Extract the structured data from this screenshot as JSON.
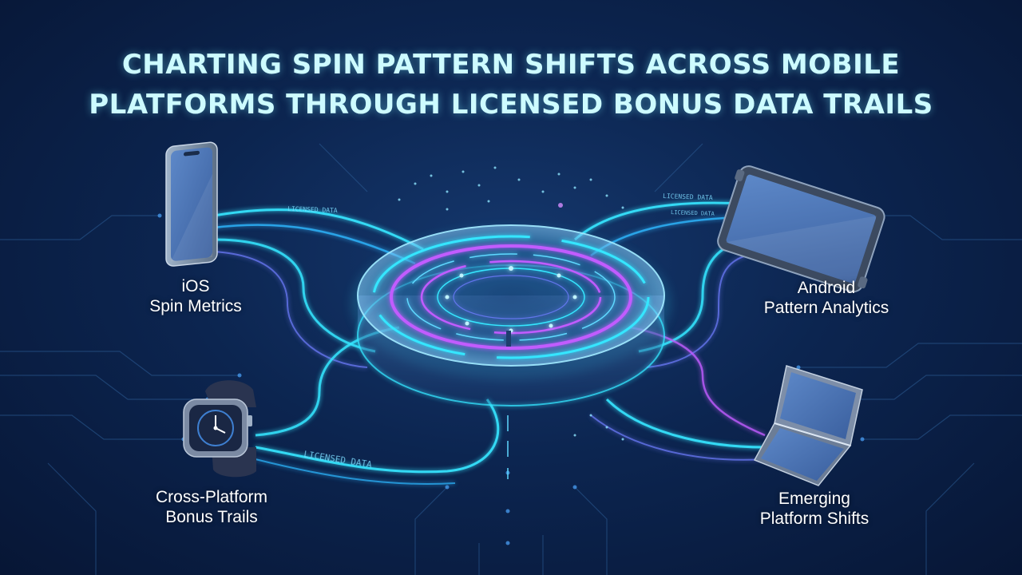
{
  "title": {
    "line1": "CHARTING SPIN PATTERN SHIFTS ACROSS MOBILE",
    "line2": "PLATFORMS THROUGH LICENSED BONUS DATA TRAILS"
  },
  "nodes": {
    "ios": {
      "line1": "iOS",
      "line2": "Spin Metrics",
      "icon": "smartphone-icon"
    },
    "android": {
      "line1": "Android",
      "line2": "Pattern Analytics",
      "icon": "tablet-icon"
    },
    "cross_platform": {
      "line1": "Cross-Platform",
      "line2": "Bonus Trails",
      "icon": "smartwatch-icon"
    },
    "emerging": {
      "line1": "Emerging",
      "line2": "Platform Shifts",
      "icon": "foldable-phone-icon"
    }
  },
  "trail_labels": {
    "top_left": "LICENSED DATA",
    "top_right": "LICENSED DATA",
    "right_lower": "LICENSED DATA",
    "bottom": "LICENSED DATA"
  },
  "colors": {
    "background": "#0c2550",
    "cyan_trail": "#35e6ff",
    "violet_trail": "#c15cff",
    "title_text": "#cdfbff"
  }
}
